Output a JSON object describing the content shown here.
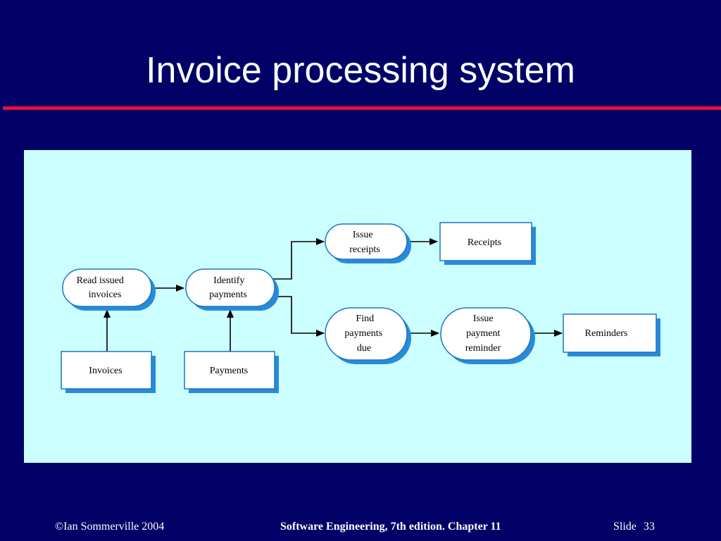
{
  "slide": {
    "title": "Invoice processing system"
  },
  "diagram": {
    "processes": {
      "read_issued_invoices": [
        "Read issued",
        "invoices"
      ],
      "identify_payments": [
        "Identify",
        "payments"
      ],
      "issue_receipts": [
        "Issue",
        "receipts"
      ],
      "find_payments_due": [
        "Find",
        "payments",
        "due"
      ],
      "issue_payment_reminder": [
        "Issue",
        "payment",
        "reminder"
      ]
    },
    "stores": {
      "invoices": "Invoices",
      "payments": "Payments",
      "receipts": "Receipts",
      "reminders": "Reminders"
    }
  },
  "footer": {
    "copyright": "©Ian Sommerville 2004",
    "book": "Software Engineering, 7th edition. Chapter 11",
    "slide_label": "Slide",
    "slide_number": "33"
  },
  "colors": {
    "background": "#000066",
    "rule": "#e8103a",
    "panel": "#ccffff",
    "node_border": "#1a75c4",
    "node_shadow": "#2a8ad8"
  }
}
